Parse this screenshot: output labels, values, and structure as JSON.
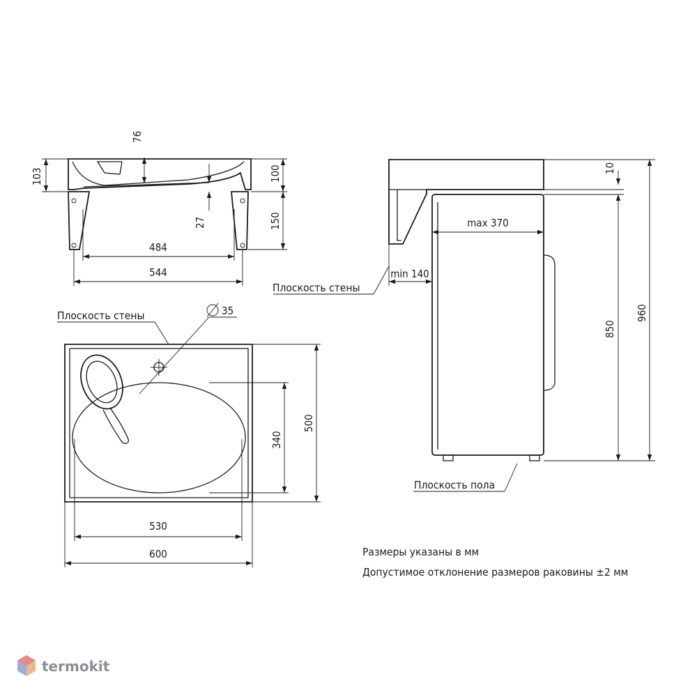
{
  "dimensions": {
    "front_height_103": "103",
    "front_depth_76": "76",
    "front_height_100": "100",
    "front_offset_27": "27",
    "front_bracket_150": "150",
    "front_inner_484": "484",
    "front_width_544": "544",
    "side_top_10": "10",
    "side_max_370": "max 370",
    "side_min_140": "min 140",
    "side_height_850": "850",
    "side_height_960": "960",
    "top_hole_35": "35",
    "top_bowl_340": "340",
    "top_depth_500": "500",
    "top_bowl_530": "530",
    "top_width_600": "600"
  },
  "labels": {
    "wall_plane_side": "Плоскость стены",
    "wall_plane_top": "Плоскость стены",
    "floor_plane": "Плоскость пола"
  },
  "notes": {
    "units": "Размеры указаны в мм",
    "tolerance": "Допустимое отклонение размеров раковины ±2 мм"
  },
  "watermark": {
    "brand": "termokit",
    "logo_colors": [
      "#e25b5b",
      "#5b8fe2",
      "#e2b25b"
    ]
  }
}
